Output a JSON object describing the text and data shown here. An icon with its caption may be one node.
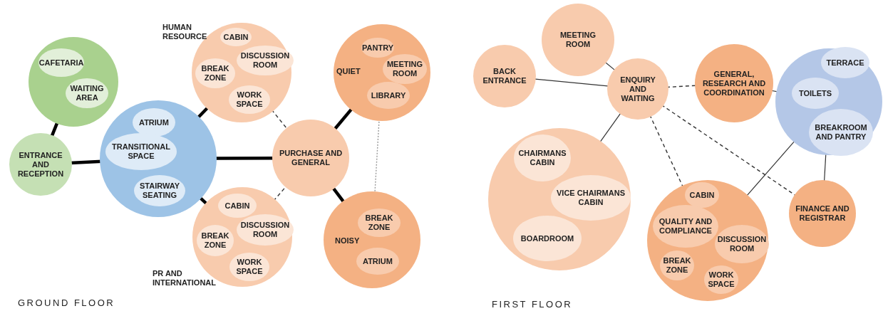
{
  "diagram": {
    "nodes": [
      {
        "text": [],
        "shape": "circle"
      },
      {
        "text": [
          "CAFETARIA"
        ],
        "in": 0
      },
      {
        "text": [
          "WAITING AREA"
        ],
        "in": 0
      },
      {
        "text": [
          "ENTRANCE AND RECEPTION"
        ]
      },
      {
        "text": [],
        "shape": "circle"
      },
      {
        "text": [
          "ATRIUM"
        ],
        "in": 4
      },
      {
        "text": [
          "TRANSITIONAL SPACE"
        ],
        "in": 4
      },
      {
        "text": [
          "STAIRWAY SEATING"
        ],
        "in": 4
      },
      {
        "text": [
          "HUMAN RESOURCE"
        ]
      },
      {
        "text": [
          "CABIN"
        ],
        "in": 8
      },
      {
        "text": [
          "DISCUSSION ROOM"
        ],
        "in": 8
      },
      {
        "text": [
          "BREAK ZONE"
        ],
        "in": 8
      },
      {
        "text": [
          "WORK SPACE"
        ],
        "in": 8
      },
      {
        "text": [
          "PURCHASE AND GENERAL"
        ]
      },
      {
        "text": [
          "QUIET"
        ]
      },
      {
        "text": [
          "PANTRY"
        ],
        "in": 14
      },
      {
        "text": [
          "MEETING ROOM"
        ],
        "in": 14
      },
      {
        "text": [
          "LIBRARY"
        ],
        "in": 14
      },
      {
        "text": [
          "PR AND INTERNATIONAL"
        ]
      },
      {
        "text": [
          "CABIN"
        ],
        "in": 18
      },
      {
        "text": [
          "DISCUSSION ROOM"
        ],
        "in": 18
      },
      {
        "text": [
          "BREAK ZONE"
        ],
        "in": 18
      },
      {
        "text": [
          "WORK SPACE"
        ],
        "in": 18
      },
      {
        "text": [
          "NOISY"
        ]
      },
      {
        "text": [
          "BREAK ZONE"
        ],
        "in": 23
      },
      {
        "text": [
          "ATRIUM"
        ],
        "in": 23
      },
      {
        "text": [
          "MEETING ROOM"
        ]
      },
      {
        "text": [
          "BACK ENTRANCE"
        ]
      },
      {
        "text": [
          "ENQUIRY AND WAITING"
        ]
      },
      {
        "text": [
          "GENERAL, RESEARCH AND COORDINATION"
        ]
      },
      {
        "text": [],
        "shape": "circle"
      },
      {
        "text": [
          "TERRACE"
        ],
        "in": 30
      },
      {
        "text": [
          "TOILETS"
        ],
        "in": 30
      },
      {
        "text": [
          "BREAKROOM AND PANTRY"
        ],
        "in": 30
      },
      {
        "text": [],
        "shape": "circle"
      },
      {
        "text": [
          "CHAIRMANS CABIN"
        ],
        "in": 34
      },
      {
        "text": [
          "VICE CHAIRMANS CABIN"
        ],
        "in": 34
      },
      {
        "text": [
          "BOARDROOM"
        ],
        "in": 34
      },
      {
        "text": [],
        "shape": "circle"
      },
      {
        "text": [
          "CABIN"
        ],
        "in": 38
      },
      {
        "text": [
          "QUALITY AND COMPLIANCE"
        ],
        "in": 38
      },
      {
        "text": [
          "DISCUSSION ROOM"
        ],
        "in": 38
      },
      {
        "text": [
          "BREAK ZONE"
        ],
        "in": 38
      },
      {
        "text": [
          "WORK SPACE"
        ],
        "in": 38
      },
      {
        "text": [
          "FINANCE AND REGISTRAR"
        ]
      }
    ],
    "edges": [
      {
        "from": 0,
        "to": 3,
        "arrow": "none",
        "style": "thick"
      },
      {
        "from": 3,
        "to": 4,
        "arrow": "none",
        "style": "thick"
      },
      {
        "from": 4,
        "to": 8,
        "arrow": "none",
        "style": "thick"
      },
      {
        "from": 4,
        "to": 13,
        "arrow": "none",
        "style": "thick"
      },
      {
        "from": 4,
        "to": 18,
        "arrow": "none",
        "style": "thick"
      },
      {
        "from": 8,
        "to": 13,
        "arrow": "none",
        "style": "dashed"
      },
      {
        "from": 18,
        "to": 13,
        "arrow": "none",
        "style": "dashed"
      },
      {
        "from": 13,
        "to": 14,
        "arrow": "none",
        "style": "thick"
      },
      {
        "from": 13,
        "to": 23,
        "arrow": "none",
        "style": "thick"
      },
      {
        "from": 14,
        "to": 23,
        "arrow": "none",
        "style": "dashed",
        "color": "#999999"
      },
      {
        "from": 26,
        "to": 28,
        "arrow": "none"
      },
      {
        "from": 27,
        "to": 28,
        "arrow": "none"
      },
      {
        "from": 28,
        "to": 29,
        "arrow": "none",
        "style": "dashed"
      },
      {
        "from": 28,
        "to": 34,
        "arrow": "none"
      },
      {
        "from": 28,
        "to": 38,
        "arrow": "none",
        "style": "dashed"
      },
      {
        "from": 28,
        "to": 44,
        "arrow": "none",
        "style": "dashed"
      },
      {
        "from": 29,
        "to": 30,
        "arrow": "none"
      },
      {
        "from": 38,
        "to": 30,
        "arrow": "none"
      },
      {
        "from": 30,
        "to": 44,
        "arrow": "none"
      }
    ],
    "labels": [
      "GROUND FLOOR",
      "FIRST FLOOR"
    ]
  }
}
